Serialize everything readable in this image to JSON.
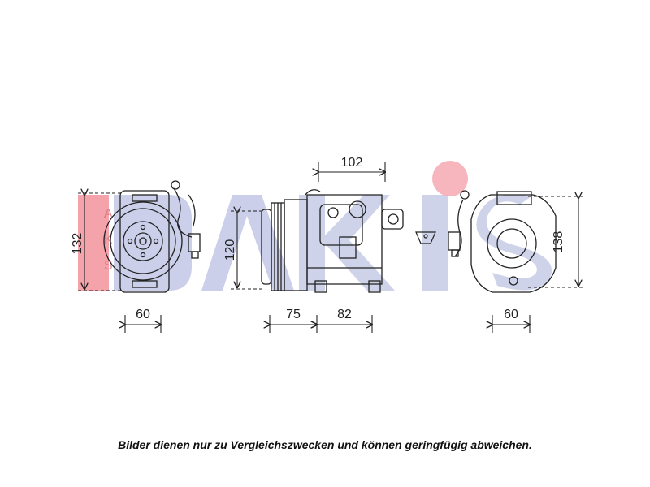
{
  "dimensions": {
    "left_height": "132",
    "left_width": "60",
    "middle_top": "102",
    "middle_height": "120",
    "middle_left": "75",
    "middle_right": "82",
    "right_height": "138",
    "right_width": "60"
  },
  "watermark": {
    "side_letters": [
      "A",
      "K",
      "S"
    ]
  },
  "caption": "Bilder dienen nur zu Vergleichszwecken und können geringfügig abweichen.",
  "colors": {
    "watermark_blue": "#8f98d0",
    "watermark_red": "#ee6f7c",
    "watermark_pink": "#f4a0aa",
    "line": "#222222"
  }
}
